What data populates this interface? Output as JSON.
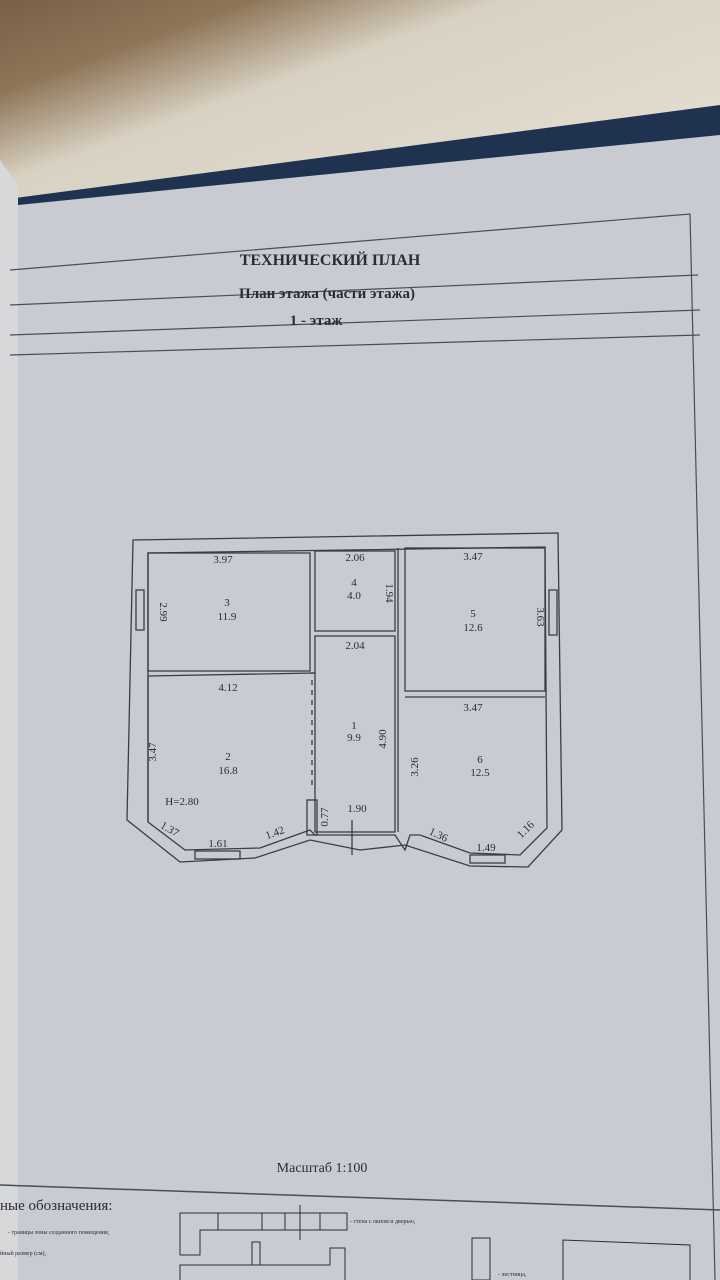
{
  "header": {
    "title": "ТЕХНИЧЕСКИЙ ПЛАН",
    "subtitle": "План этажа (части этажа)",
    "floor": "1 - этаж"
  },
  "plan": {
    "ceiling_height": "H=2.80",
    "rooms": [
      {
        "number": "1",
        "area": "9.9"
      },
      {
        "number": "2",
        "area": "16.8"
      },
      {
        "number": "3",
        "area": "11.9"
      },
      {
        "number": "4",
        "area": "4.0"
      },
      {
        "number": "5",
        "area": "12.6"
      },
      {
        "number": "6",
        "area": "12.5"
      }
    ],
    "dimensions": {
      "r3_top": "3.97",
      "r3_left": "2.99",
      "r4_top": "2.06",
      "r4_right": "1.94",
      "r1_top": "2.04",
      "r1_right": "4.90",
      "r1_bottom": "1.90",
      "r1_door": "0.77",
      "r2_top": "4.12",
      "r2_left": "3.47",
      "r2_bay_left": "1.37",
      "r2_bay_mid": "1.61",
      "r2_bay_right": "1.42",
      "r5_top": "3.47",
      "r5_right": "3.63",
      "r6_top": "3.47",
      "r6_left": "3.26",
      "r6_bay_left": "1.36",
      "r6_bay_mid": "1.49",
      "r6_bay_right": "1.16"
    }
  },
  "footer": {
    "scale": "Масштаб 1:100",
    "legend_title": "ные обозначения:",
    "legend_items": [
      "- границы зоны созданного помещения,",
      "йный размер (см),",
      "- стена с окном и дверью,",
      "- лестница,"
    ]
  },
  "colors": {
    "paper": "#c8ccd2",
    "ink": "#2a2c30",
    "cover": "#1f3350"
  }
}
